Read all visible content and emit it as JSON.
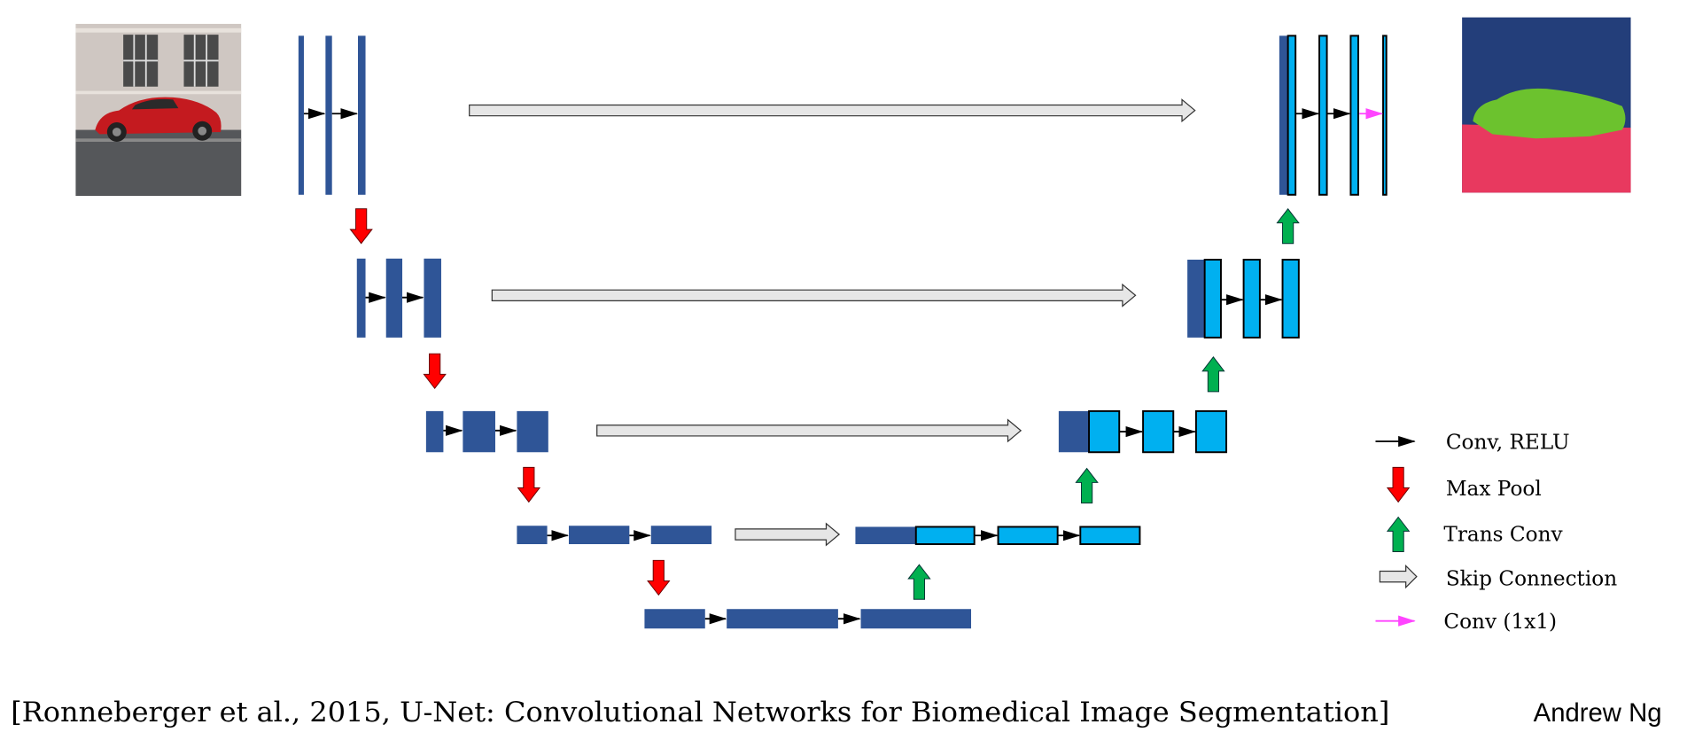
{
  "legend": {
    "conv_relu": "Conv, RELU",
    "max_pool": "Max Pool",
    "trans_conv": "Trans Conv",
    "skip_connection": "Skip Connection",
    "conv_1x1": "Conv (1x1)"
  },
  "citation": "[Ronneberger et al., 2015, U-Net: Convolutional Networks for Biomedical Image Segmentation]",
  "author": "Andrew Ng",
  "colors": {
    "encoder_block": "#2f5597",
    "decoder_block": "#00b0f0",
    "max_pool_arrow": "#ff0000",
    "trans_conv_arrow": "#00b050",
    "skip_arrow": "#e6e6e6",
    "conv_1x1_arrow": "#ff44ff",
    "segmentation_background": "#233e7a",
    "segmentation_car": "#6cc22e",
    "segmentation_road": "#e8395f"
  }
}
